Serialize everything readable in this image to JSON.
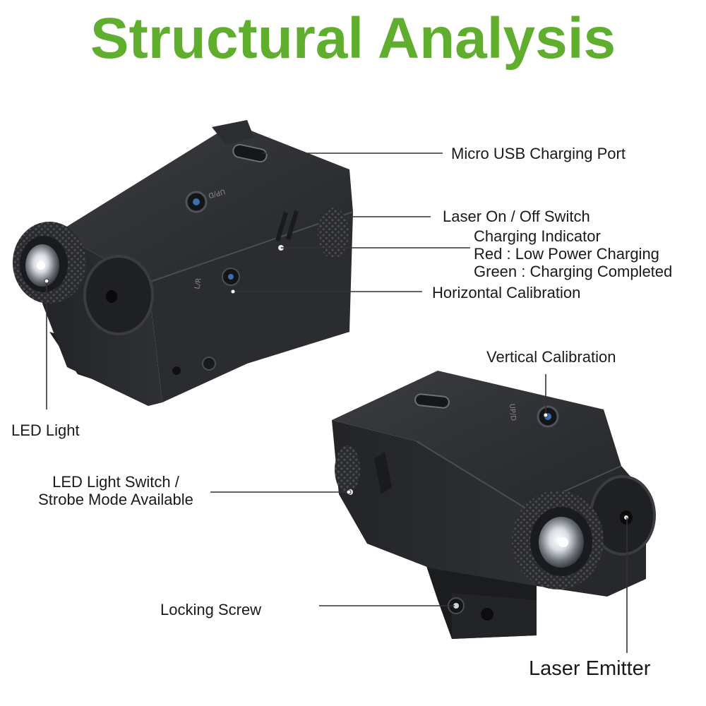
{
  "title": "Structural Analysis",
  "colors": {
    "title": "#5fae2e",
    "body": "#1f2023",
    "body_light": "#34363a",
    "leader_line": "#333333",
    "background": "#ffffff"
  },
  "engravings": {
    "up_down": "UP/D",
    "left_right": "L/R"
  },
  "labels": {
    "micro_usb": "Micro USB Charging Port",
    "laser_switch": "Laser On / Off Switch",
    "charging_indicator": [
      "Charging Indicator",
      "Red : Low Power Charging",
      "Green : Charging Completed"
    ],
    "horizontal_calibration": "Horizontal Calibration",
    "led_light": "LED Light",
    "vertical_calibration": "Vertical Calibration",
    "led_switch": [
      "LED Light Switch /",
      "Strobe Mode Available"
    ],
    "locking_screw": "Locking Screw",
    "laser_emitter": "Laser Emitter"
  }
}
